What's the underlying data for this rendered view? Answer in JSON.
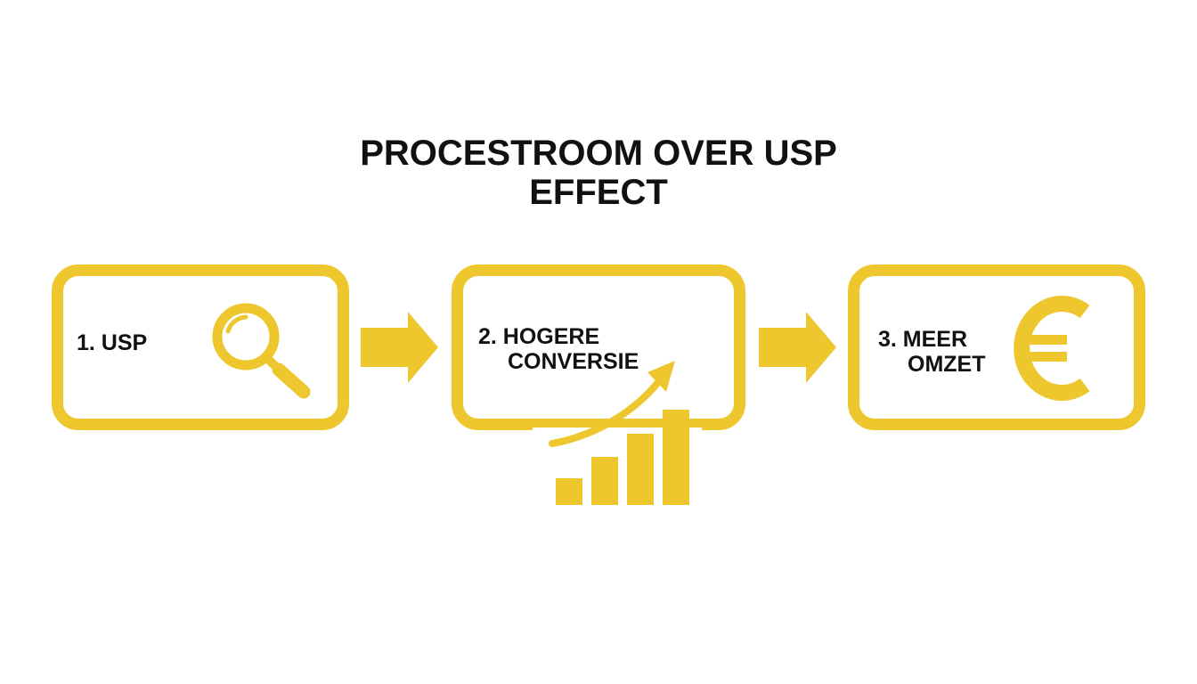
{
  "title": {
    "line1": "PROCESTROOM OVER USP",
    "line2": "EFFECT"
  },
  "steps": [
    {
      "line1": "1. USP",
      "icon": "magnifying-glass-icon"
    },
    {
      "line1": "2. HOGERE",
      "line2": "CONVERSIE",
      "icon": "growth-chart-icon"
    },
    {
      "line1": "3. MEER",
      "line2": "OMZET",
      "icon": "euro-icon"
    }
  ],
  "colors": {
    "accent": "#EDC72D",
    "text": "#111111",
    "background": "#FFFFFF"
  }
}
